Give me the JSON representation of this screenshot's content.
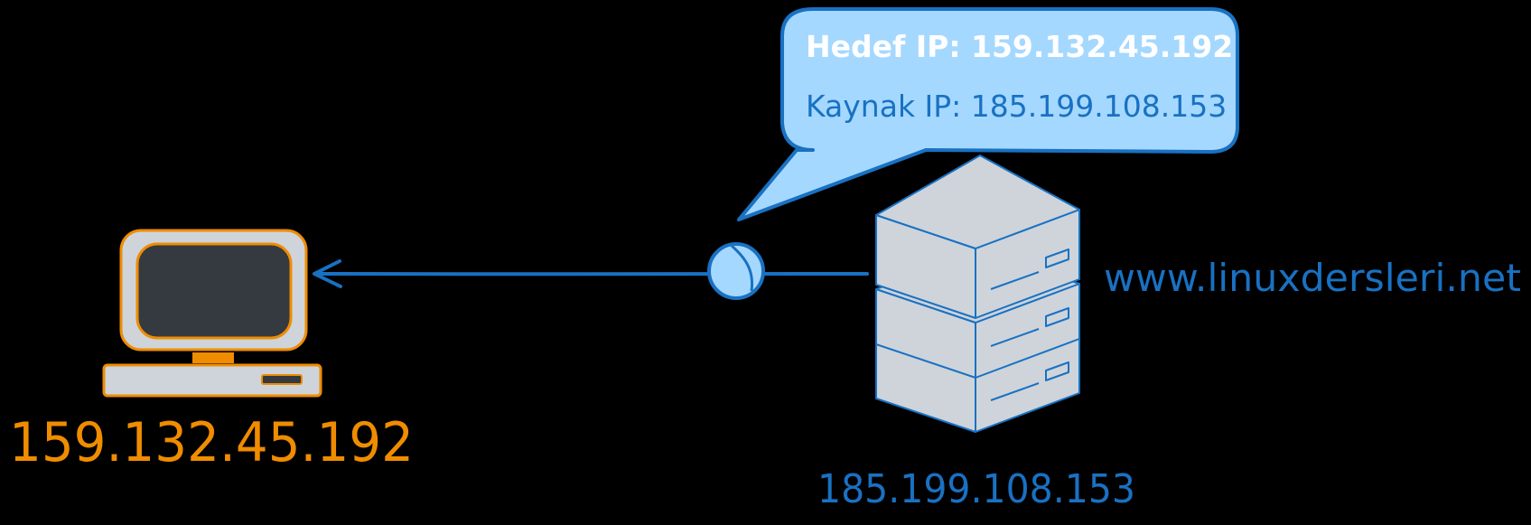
{
  "colors": {
    "background": "#000000",
    "client_accent": "#f08c00",
    "server_accent": "#1971c2",
    "bubble_fill": "#a5d8ff",
    "device_fill": "#ced4da",
    "screen_fill": "#343a40"
  },
  "packet": {
    "dest_line": "Hedef IP: 159.132.45.192",
    "source_line": "Kaynak IP: 185.199.108.153"
  },
  "client": {
    "icon": "desktop-computer-icon",
    "ip": "159.132.45.192"
  },
  "server": {
    "icon": "server-stack-icon",
    "ip": "185.199.108.153",
    "domain": "www.linuxdersleri.net"
  },
  "link": {
    "icon": "packet-node-icon"
  }
}
